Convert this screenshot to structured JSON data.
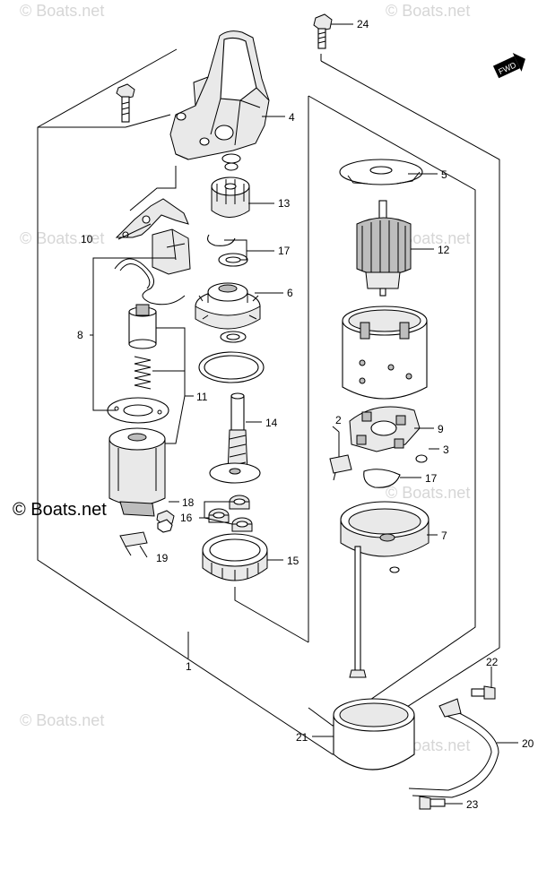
{
  "watermark": {
    "text": "© Boats.net",
    "main_text": "© Boats.net"
  },
  "direction_badge": "FWD",
  "callouts": {
    "c1": "1",
    "c2": "2",
    "c3": "3",
    "c4": "4",
    "c5": "5",
    "c6": "6",
    "c7": "7",
    "c8": "8",
    "c9": "9",
    "c10": "10",
    "c11": "11",
    "c12": "12",
    "c13": "13",
    "c14": "14",
    "c15": "15",
    "c16": "16",
    "c17a": "17",
    "c17b": "17",
    "c18": "18",
    "c19": "19",
    "c20": "20",
    "c21": "21",
    "c22": "22",
    "c23": "23",
    "c24": "24"
  }
}
